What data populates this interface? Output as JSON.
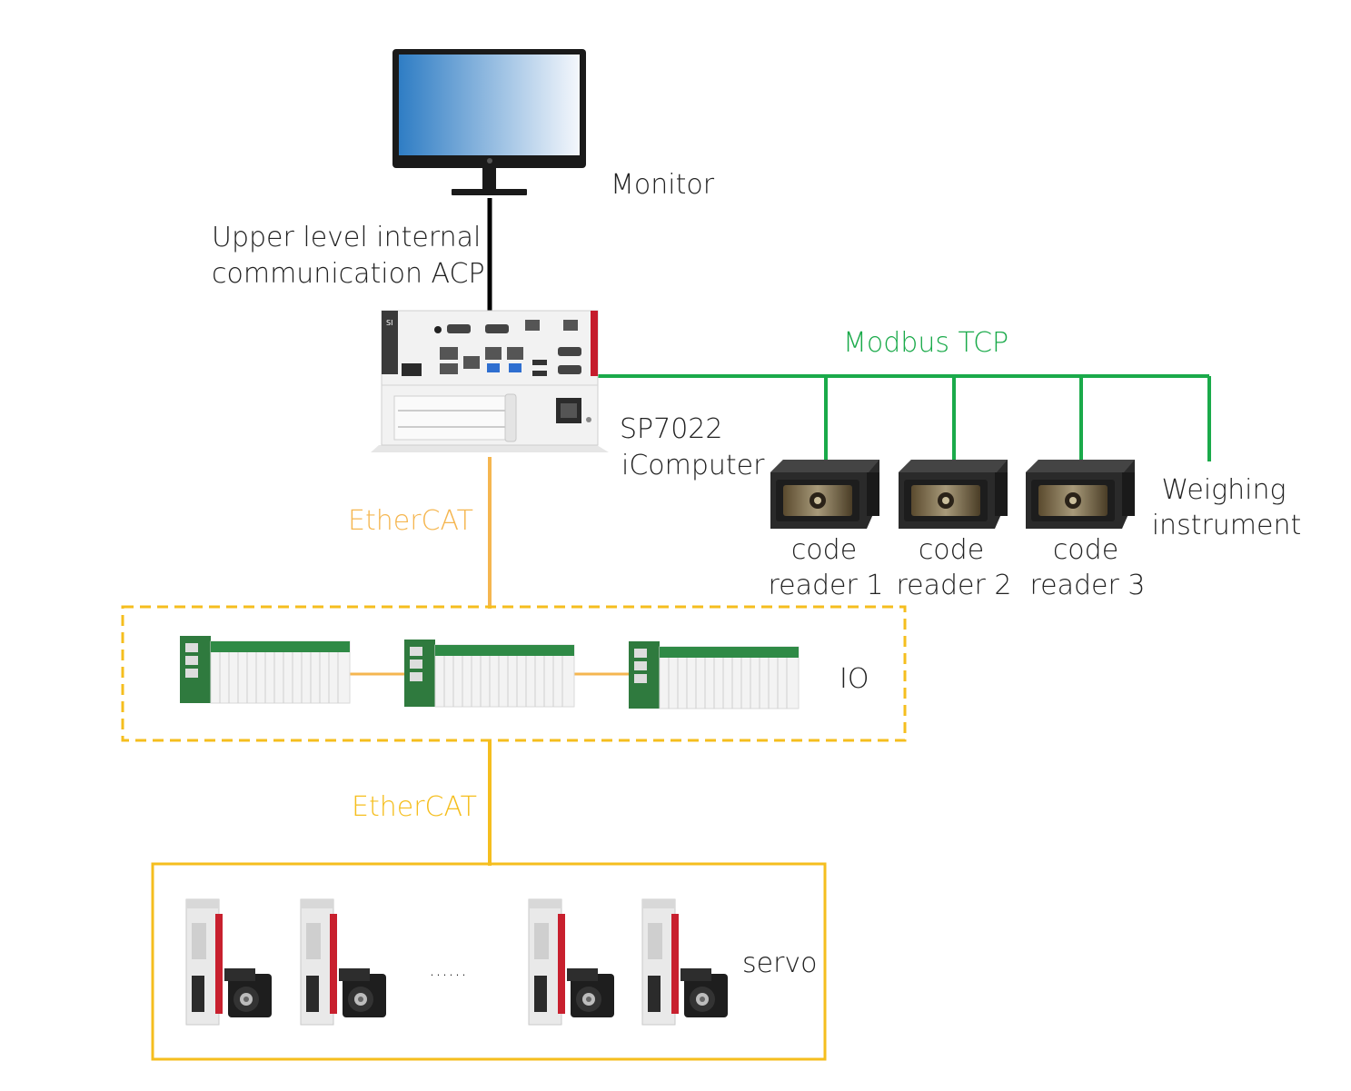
{
  "labels": {
    "monitor": "Monitor",
    "upper_line1": "Upper level internal",
    "upper_line2": "communication ACP",
    "modbus": "Modbus TCP",
    "computer_line1": "SP7022",
    "computer_line2": "iComputer",
    "ethercat_1": "EtherCAT",
    "ethercat_2": "EtherCAT",
    "reader1_line1": "code",
    "reader1_line2": "reader 1",
    "reader2_line1": "code",
    "reader2_line2": "reader 2",
    "reader3_line1": "code",
    "reader3_line2": "reader 3",
    "weighing_line1": "Weighing",
    "weighing_line2": "instrument",
    "io": "IO",
    "servo": "servo",
    "ellipsis": "......"
  },
  "colors": {
    "acp_line": "#000000",
    "modbus": "#1aaa4a",
    "ethercat_1": "#f5b650",
    "ethercat_2": "#f5be1e",
    "io_box": "#f5be1e",
    "servo_box": "#f5be1e",
    "text": "#222222"
  },
  "icons": {
    "monitor": "monitor-icon",
    "computer": "industrial-pc-icon",
    "code_reader": "code-reader-icon",
    "io_module": "io-module-icon",
    "servo": "servo-drive-motor-icon"
  }
}
